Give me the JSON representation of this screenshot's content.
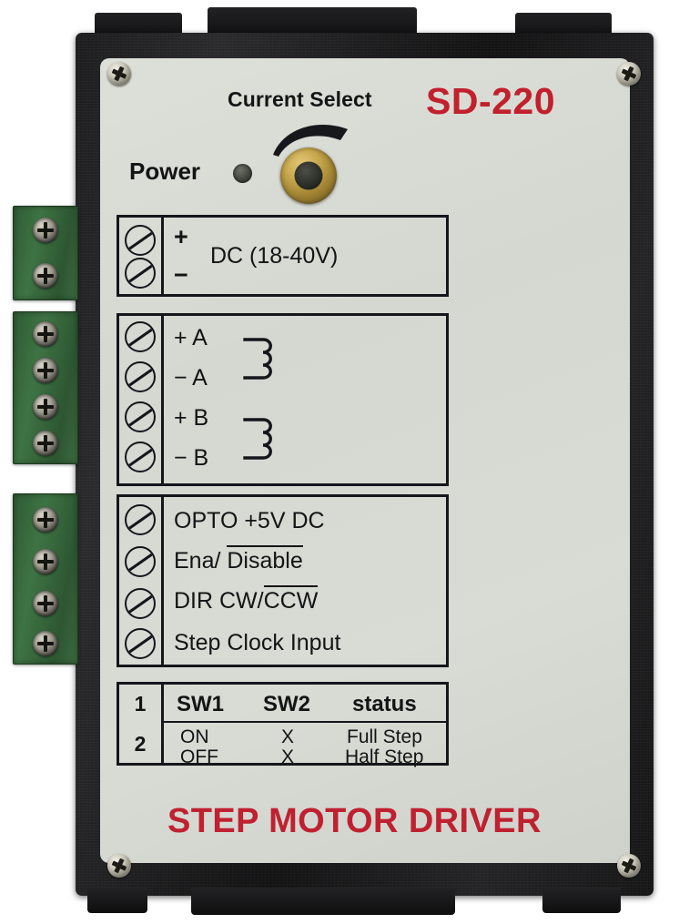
{
  "device": {
    "model": "SD-220",
    "footer_title": "STEP MOTOR DRIVER",
    "colors": {
      "model_red": "#c2202c",
      "footer_red": "#bf2130",
      "label_background": "#d7d9d3",
      "housing_black": "#19191b",
      "terminal_green": "#3a6b3f",
      "knob_brass": "#c8a84e"
    }
  },
  "header": {
    "current_select_label": "Current Select",
    "power_label": "Power",
    "power_led_name": "power-led-indicator",
    "knob_name": "current-select-knob",
    "knob_arc_name": "rotation-arc-icon"
  },
  "power_terminal": {
    "rows": [
      {
        "sign": "+"
      },
      {
        "sign": "−"
      }
    ],
    "description": "DC  (18-40V)"
  },
  "motor_terminal": {
    "rows": [
      {
        "label": "+ A"
      },
      {
        "label": "− A"
      },
      {
        "label": "+ B"
      },
      {
        "label": "− B"
      }
    ],
    "coil_a_name": "coil-symbol-phase-a",
    "coil_b_name": "coil-symbol-phase-b"
  },
  "control_terminal": {
    "rows": [
      {
        "text": "OPTO  +5V DC",
        "pre": "",
        "over": "",
        "post": ""
      },
      {
        "text": "",
        "pre": "Ena/ ",
        "over": "Disable",
        "post": ""
      },
      {
        "text": "",
        "pre": "DIR  CW/",
        "over": "CCW",
        "post": ""
      },
      {
        "text": "Step Clock Input",
        "pre": "",
        "over": "",
        "post": ""
      }
    ]
  },
  "switch_table": {
    "row_numbers": [
      "1",
      "2"
    ],
    "headers": [
      "SW1",
      "SW2",
      "status"
    ],
    "rows": [
      {
        "sw1": "ON",
        "sw2": "X",
        "status": "Full Step"
      },
      {
        "sw1": "OFF",
        "sw2": "X",
        "status": "Half Step"
      }
    ]
  },
  "connectors": [
    {
      "name": "power-terminal-block",
      "pins": 2
    },
    {
      "name": "motor-terminal-block",
      "pins": 4
    },
    {
      "name": "control-terminal-block",
      "pins": 4
    }
  ]
}
